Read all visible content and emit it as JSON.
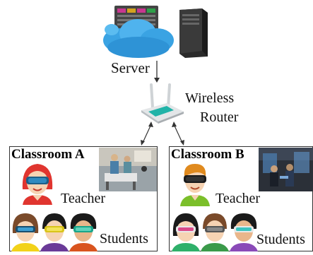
{
  "server": {
    "label": "Server"
  },
  "router": {
    "label_line1": "Wireless",
    "label_line2": "Router"
  },
  "classrooms": [
    {
      "title": "Classroom A",
      "teacher_label": "Teacher",
      "students_label": "Students"
    },
    {
      "title": "Classroom B",
      "teacher_label": "Teacher",
      "students_label": "Students"
    }
  ],
  "colors": {
    "cloud": "#3aa3e3",
    "router_body": "#d9dde0",
    "router_accent": "#21b3a8",
    "frame": "#333333"
  }
}
